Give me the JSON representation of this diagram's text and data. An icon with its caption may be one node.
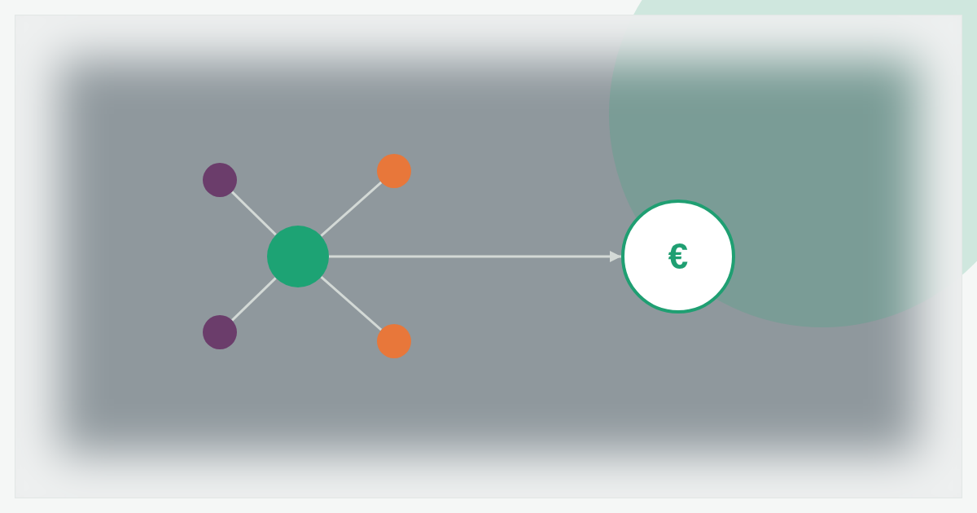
{
  "diagram": {
    "nodes": [
      {
        "text": [],
        "shape": "circle"
      },
      {
        "text": [],
        "shape": "circle"
      },
      {
        "text": [],
        "shape": "circle"
      },
      {
        "text": [],
        "shape": "circle"
      },
      {
        "text": [],
        "shape": "circle"
      },
      {
        "text": [
          "€"
        ]
      }
    ],
    "edges": [
      {
        "from": 2,
        "to": 0,
        "arrow": "none"
      },
      {
        "from": 2,
        "to": 1,
        "arrow": "none"
      },
      {
        "from": 2,
        "to": 3,
        "arrow": "none"
      },
      {
        "from": 2,
        "to": 4,
        "arrow": "none"
      },
      {
        "from": 2,
        "to": 5,
        "arrow": "to"
      }
    ]
  }
}
